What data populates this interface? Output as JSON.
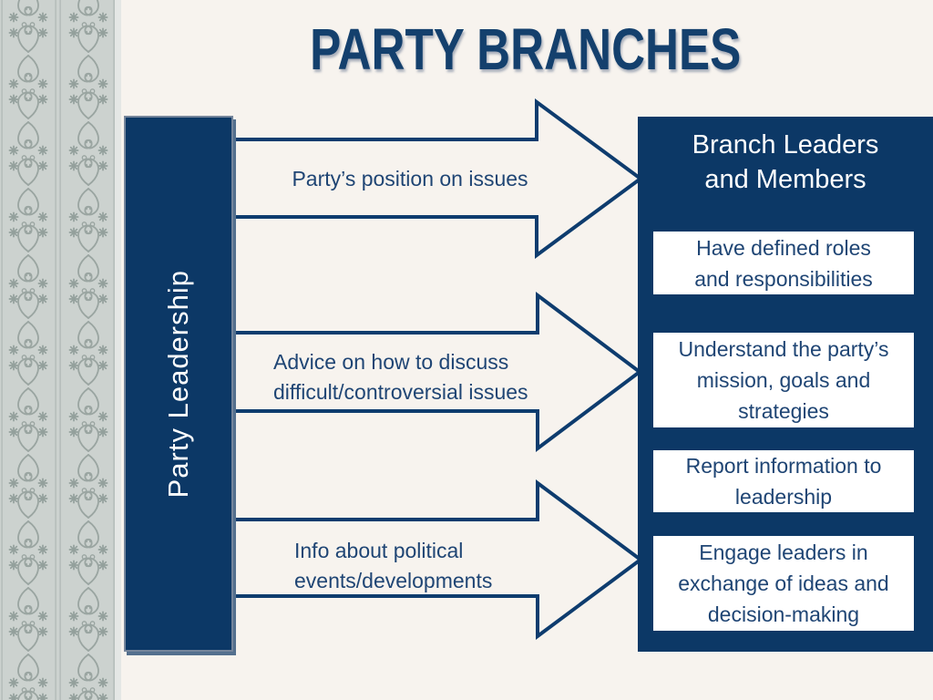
{
  "slide": {
    "title": "PARTY BRANCHES",
    "leadership_box": {
      "label": "Party Leadership"
    },
    "arrows": [
      {
        "label": "Party’s position on issues"
      },
      {
        "label": "Advice on how to discuss difficult/controversial issues"
      },
      {
        "label": "Info about political events/developments"
      }
    ],
    "branch_panel": {
      "title": "Branch Leaders and Members",
      "items": [
        {
          "text": "Have defined roles and responsibilities"
        },
        {
          "text": "Understand the party’s mission, goals and strategies"
        },
        {
          "text": "Report information to leadership"
        },
        {
          "text": "Engage leaders in exchange of ideas and decision-making"
        }
      ]
    },
    "colors": {
      "background": "#F7F3EE",
      "navy": "#0C3866",
      "text_navy": "#1F4574",
      "title_navy": "#14406D",
      "white": "#FFFFFF",
      "box_border_gray": "#75859B",
      "box_shadow_steel": "#54708E",
      "strip_background": "#CCD2CF",
      "ornament_gray": "#9AA5A1"
    },
    "decor": {
      "left_border_ornament": "floral-scroll-pattern"
    }
  }
}
